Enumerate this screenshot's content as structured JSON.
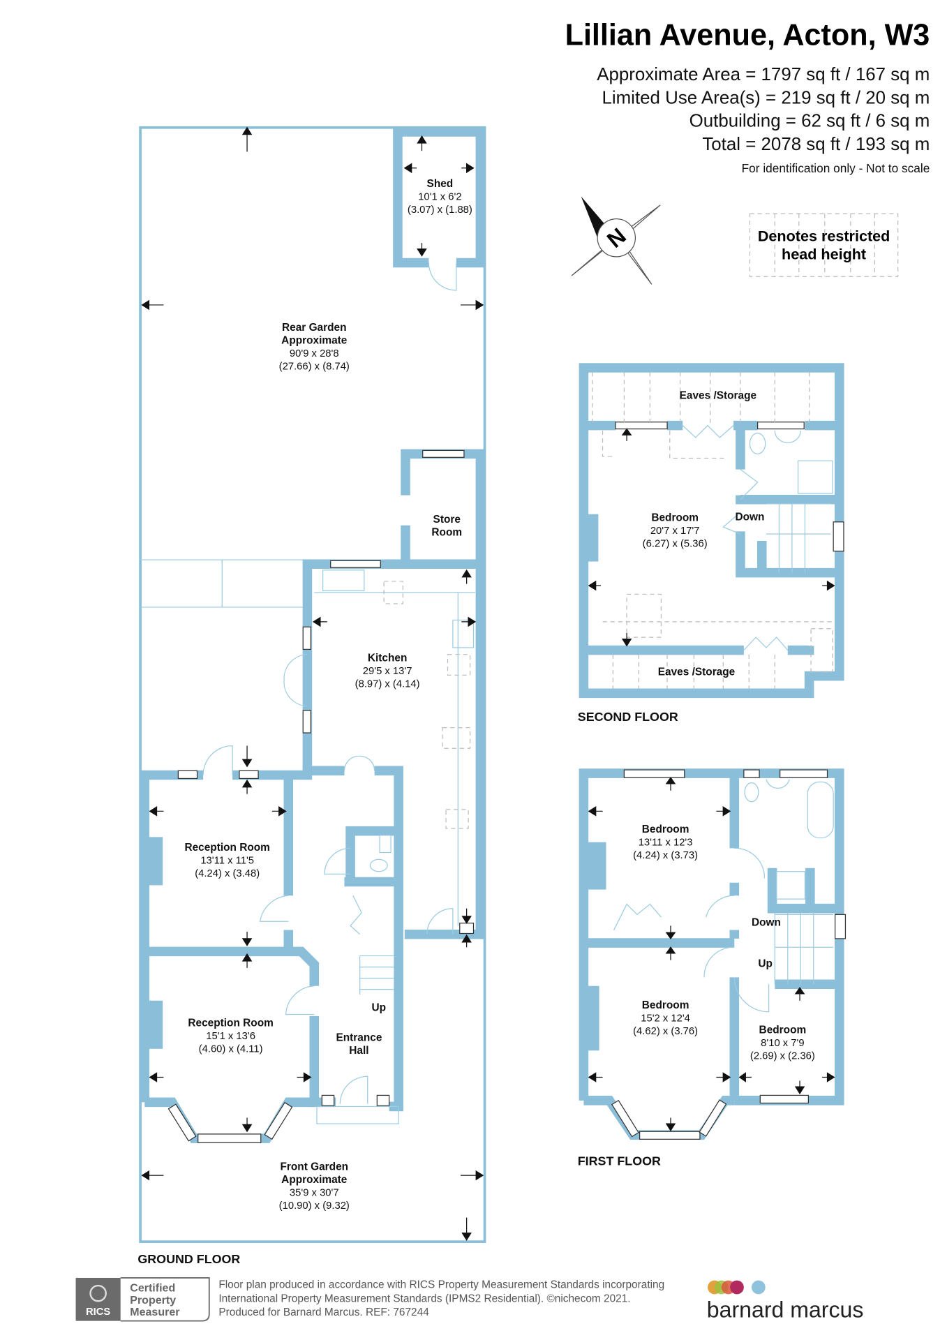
{
  "header": {
    "title": "Lillian Avenue, Acton, W3",
    "areas": [
      "Approximate Area = 1797 sq ft / 167 sq m",
      "Limited Use Area(s) = 219 sq ft / 20 sq m",
      "Outbuilding = 62 sq ft / 6 sq m",
      "Total = 2078 sq ft / 193 sq m"
    ],
    "note": "For identification only - Not to scale"
  },
  "compass": {
    "label": "N"
  },
  "legend": {
    "line1": "Denotes restricted",
    "line2": "head height"
  },
  "ground_floor": {
    "label": "GROUND FLOOR",
    "shed": {
      "name": "Shed",
      "imperial": "10'1 x 6'2",
      "metric": "(3.07) x (1.88)"
    },
    "rear_garden": {
      "name": "Rear Garden",
      "name2": "Approximate",
      "imperial": "90'9 x 28'8",
      "metric": "(27.66) x (8.74)"
    },
    "store": {
      "name": "Store",
      "name2": "Room"
    },
    "kitchen": {
      "name": "Kitchen",
      "imperial": "29'5 x 13'7",
      "metric": "(8.97) x (4.14)"
    },
    "reception1": {
      "name": "Reception Room",
      "imperial": "13'11 x 11'5",
      "metric": "(4.24) x (3.48)"
    },
    "reception2": {
      "name": "Reception Room",
      "imperial": "15'1 x 13'6",
      "metric": "(4.60) x (4.11)"
    },
    "hall": {
      "name": "Entrance",
      "name2": "Hall",
      "stairs": "Up"
    },
    "front_garden": {
      "name": "Front Garden",
      "name2": "Approximate",
      "imperial": "35'9 x 30'7",
      "metric": "(10.90) x (9.32)"
    }
  },
  "second_floor": {
    "label": "SECOND FLOOR",
    "eaves_top": "Eaves /Storage",
    "eaves_bottom": "Eaves /Storage",
    "bedroom": {
      "name": "Bedroom",
      "imperial": "20'7 x 17'7",
      "metric": "(6.27) x (5.36)"
    },
    "stairs": "Down"
  },
  "first_floor": {
    "label": "FIRST FLOOR",
    "bedroom1": {
      "name": "Bedroom",
      "imperial": "13'11 x 12'3",
      "metric": "(4.24) x (3.73)"
    },
    "bedroom2": {
      "name": "Bedroom",
      "imperial": "15'2 x 12'4",
      "metric": "(4.62) x (3.76)"
    },
    "bedroom3": {
      "name": "Bedroom",
      "imperial": "8'10 x 7'9",
      "metric": "(2.69) x (2.36)"
    },
    "stairs_down": "Down",
    "stairs_up": "Up"
  },
  "footer": {
    "rics_badge": "RICS",
    "cert": [
      "Certified",
      "Property",
      "Measurer"
    ],
    "lines": [
      "Floor plan produced in accordance with RICS Property Measurement Standards incorporating",
      "International Property Measurement Standards (IPMS2 Residential).   ©nichecom 2021.",
      "Produced for Barnard Marcus.    REF:  767244"
    ],
    "brand": "barnard marcus",
    "brand_colors": [
      "#e3a13b",
      "#9bbf3d",
      "#d9573b",
      "#b02a5f",
      "#8fc3dd"
    ]
  },
  "colors": {
    "wall": "#8bbfd9"
  }
}
